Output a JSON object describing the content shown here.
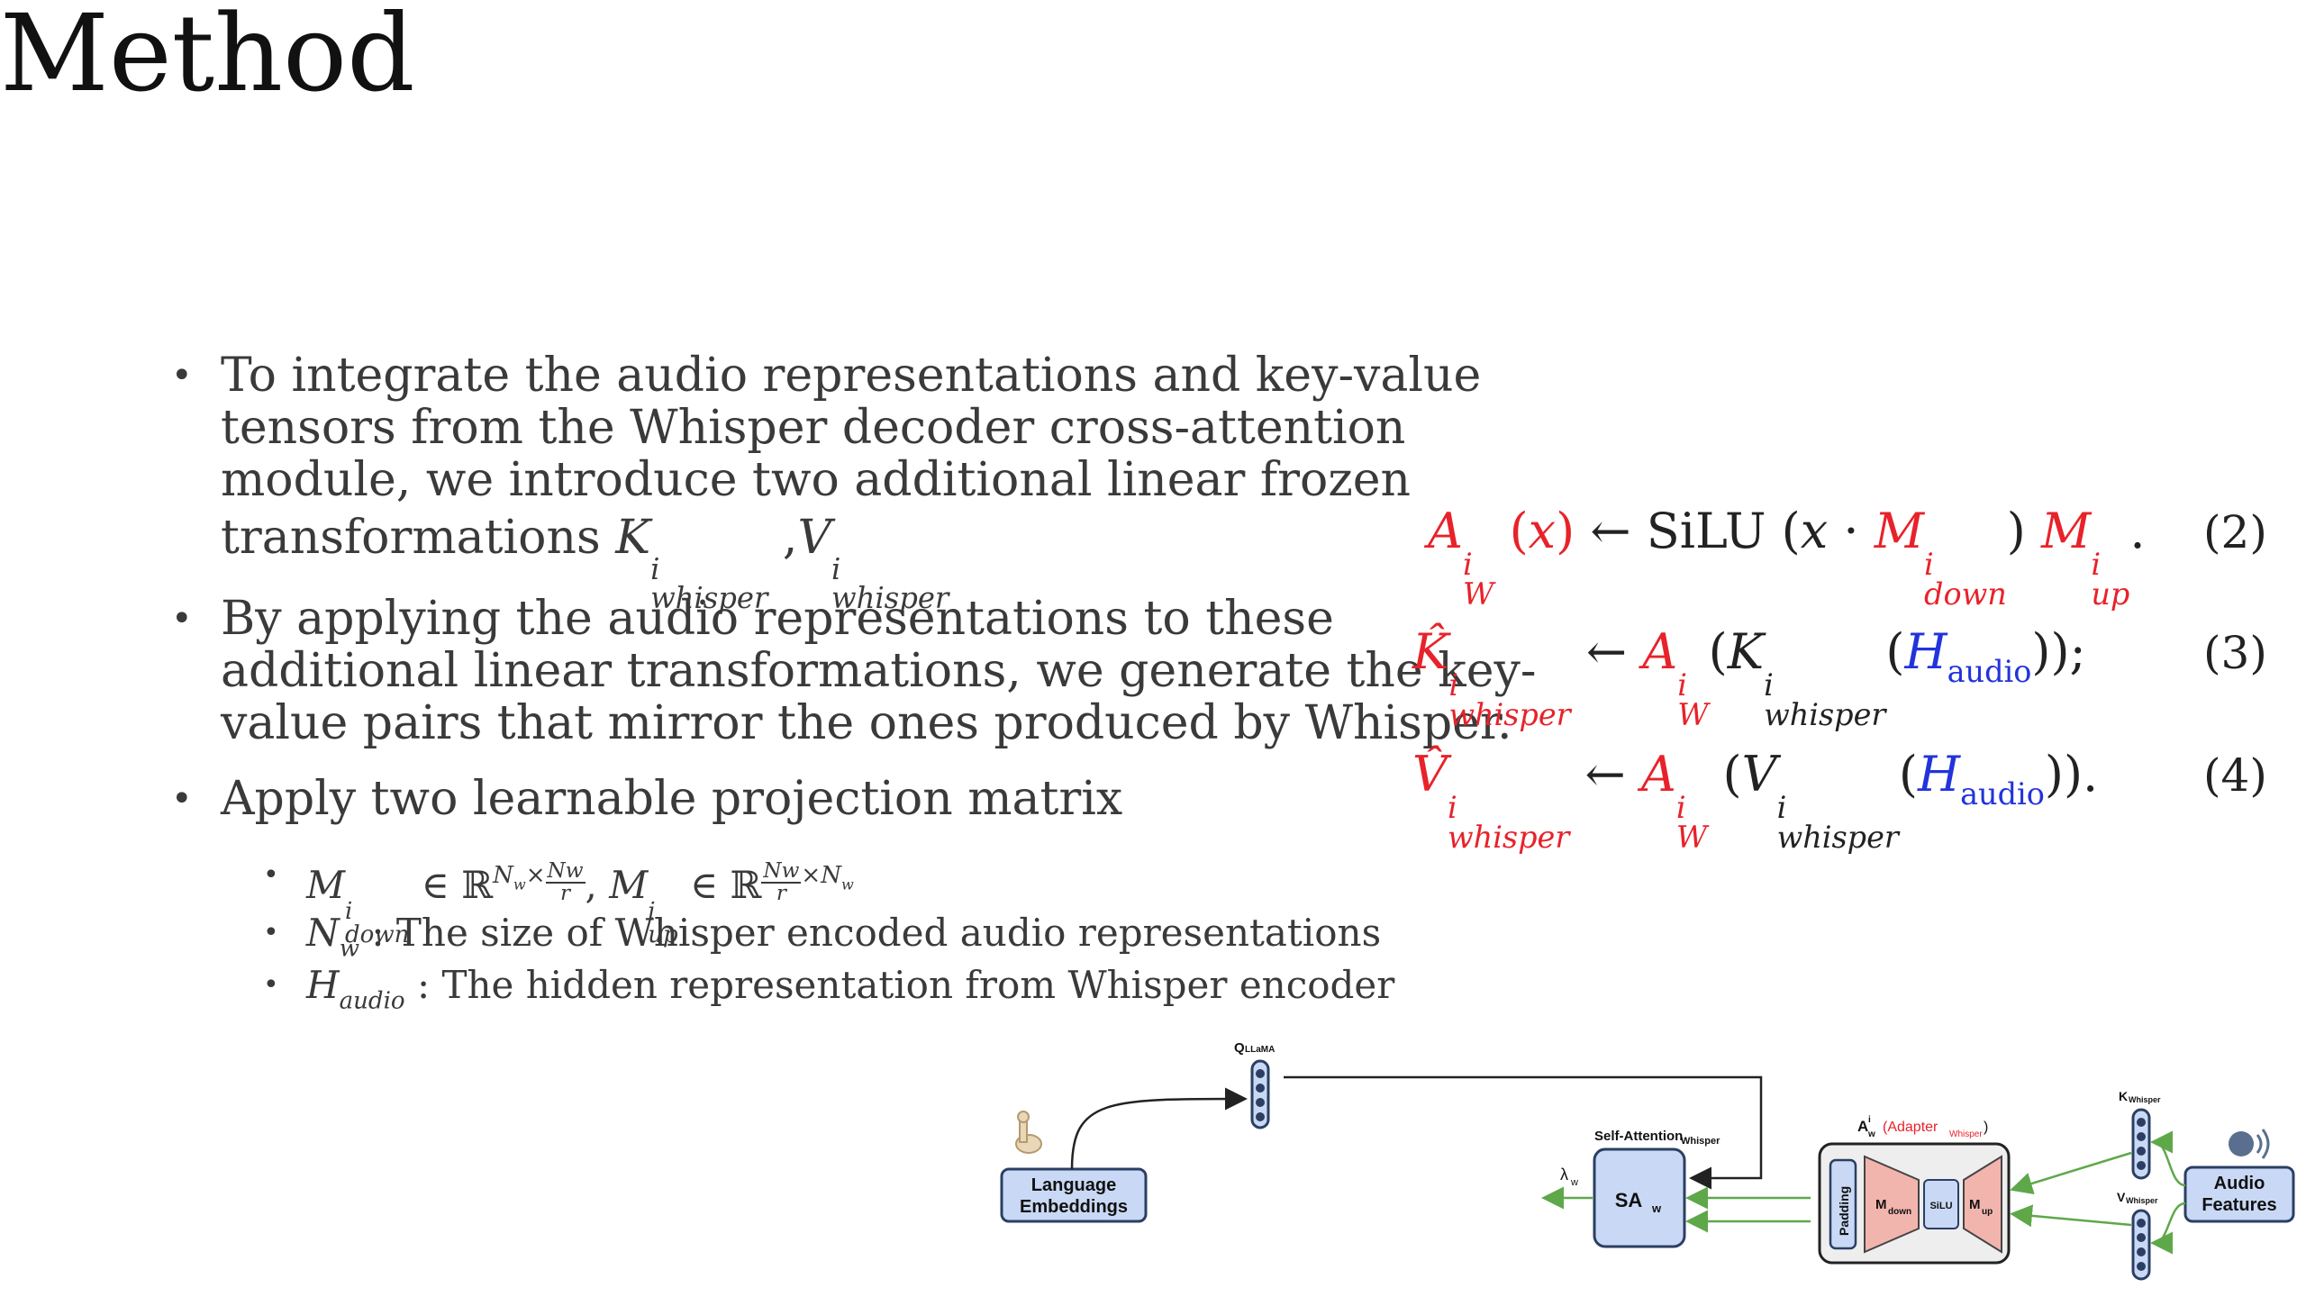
{
  "slide": {
    "title": "Method",
    "bullets": [
      {
        "lines": [
          "To integrate the audio representations and key-value",
          "tensors from the Whisper decoder cross-attention",
          "module, we introduce two additional linear frozen",
          "transformations"
        ],
        "math": {
          "k": "K",
          "v": "V",
          "sub": "whisper",
          "sup": "i",
          "sep": " ,"
        }
      },
      {
        "lines": [
          "By applying the audio representations to these",
          "additional linear transformations, we generate the key-",
          "value pairs that mirror the ones produced by Whisper."
        ]
      },
      {
        "lines": [
          "Apply two learnable projection matrix"
        ]
      }
    ],
    "subbullets": {
      "matrices": {
        "m": "M",
        "down": "down",
        "up": "up",
        "sup": "i",
        "in": "∈",
        "R": "ℝ",
        "N": "N",
        "w": "w",
        "r": "r",
        "times": "×",
        "comma": ","
      },
      "nw": {
        "sym": "N",
        "sub": "w",
        "text": ": The size of Whisper encoded audio representations"
      },
      "haudio": {
        "sym": "H",
        "sub": "audio",
        "text": ": The hidden representation from Whisper encoder"
      }
    }
  },
  "equations": [
    {
      "number": "(2)"
    },
    {
      "number": "(3)"
    },
    {
      "number": "(4)"
    }
  ],
  "eq_text": {
    "A": "A",
    "W": "W",
    "i": "i",
    "x": "x",
    "arrow": "←",
    "silu": "SiLU",
    "dot": "·",
    "M": "M",
    "down": "down",
    "up": "up",
    "Khat": "K̂",
    "Vhat": "V̂",
    "K": "K",
    "V": "V",
    "whisper": "whisper",
    "H": "H",
    "audio": "audio",
    "lp": "(",
    "rp": ")",
    "semi": ";",
    "period": "."
  },
  "diagram": {
    "q_label": "Q",
    "q_sub": "LLaMA",
    "lang_line1": "Language",
    "lang_line2": "Embeddings",
    "self_attn": "Self-Attention",
    "self_attn_sub": "Whisper",
    "lambda": "λ",
    "lambda_sub": "w",
    "sa": "SA",
    "sa_sub": "w",
    "adapter_A": "A",
    "adapter_sup": "i",
    "adapter_sub": "w",
    "adapter_paren_open": "(Adapter",
    "adapter_paren_sub": "Whisper",
    "adapter_paren_close": ")",
    "padding": "Padding",
    "m_down": "M",
    "m_down_sub": "down",
    "silu": "SiLU",
    "m_up": "M",
    "m_up_sub": "up",
    "k_label": "K",
    "k_sub": "Whisper",
    "v_label": "V",
    "v_sub": "Whisper",
    "audio_line1": "Audio",
    "audio_line2": "Features",
    "colors": {
      "box_fill": "#c9d9f5",
      "box_stroke": "#2b3f63",
      "trap_fill": "#f2b5ae",
      "arrow_green": "#5fa84a",
      "red": "#e8222a"
    }
  }
}
